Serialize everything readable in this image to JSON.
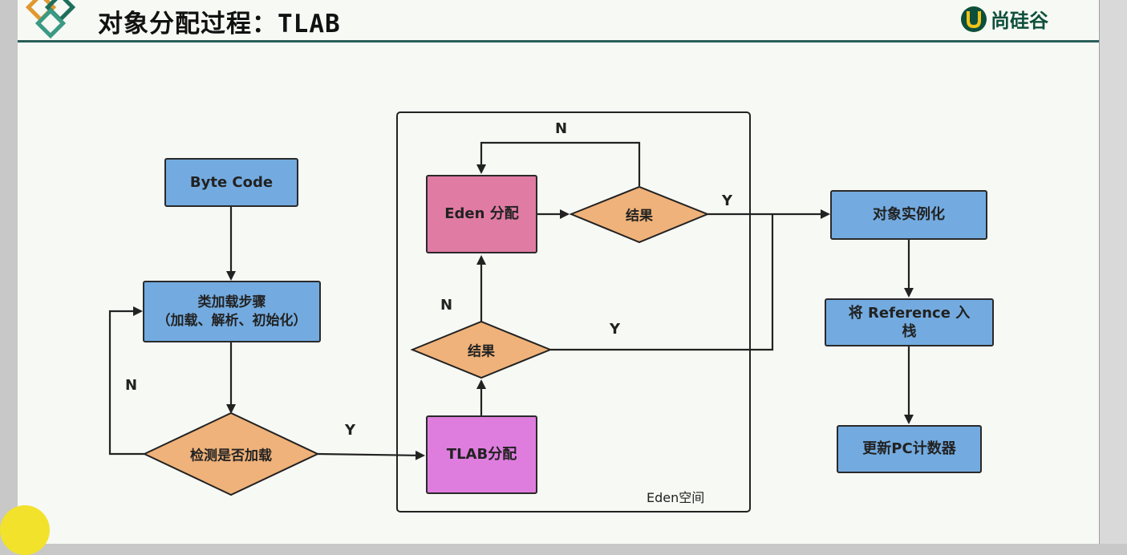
{
  "title": {
    "cn": "对象分配过程：",
    "latin": "TLAB"
  },
  "brand": {
    "name": "尚硅谷",
    "colors": {
      "primary": "#0e4f3b",
      "accent": "#e09830"
    }
  },
  "nodes": {
    "byte_code": "Byte Code",
    "class_load_1": "类加载步骤",
    "class_load_2": "（加载、解析、初始化）",
    "check_loaded": "检测是否加载",
    "tlab_alloc": "TLAB分配",
    "result_lower": "结果",
    "eden_alloc": "Eden 分配",
    "result_upper": "结果",
    "instantiate": "对象实例化",
    "push_ref_1": "将 Reference 入",
    "push_ref_2": "栈",
    "update_pc": "更新PC计数器"
  },
  "labels": {
    "n_left": "N",
    "y_check": "Y",
    "n_lower": "N",
    "y_lower": "Y",
    "n_top": "N",
    "y_upper": "Y"
  },
  "eden_space_label": "Eden空间",
  "colors": {
    "box_blue": "#73abe0",
    "box_pink": "#e07ba3",
    "box_violet": "#df7ddf",
    "diamond": "#efb27a",
    "rule": "#2a5f58"
  }
}
